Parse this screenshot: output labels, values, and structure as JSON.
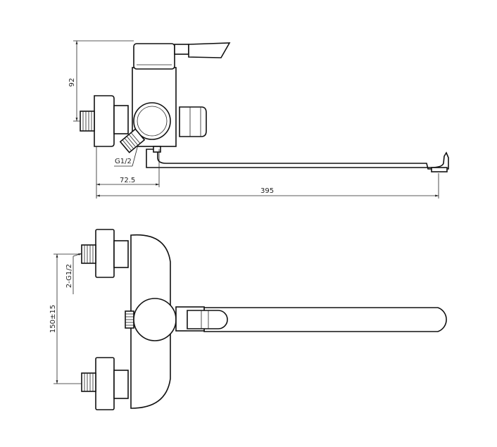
{
  "drawing": {
    "side_view": {
      "dim_height": "92",
      "dim_thread": "G1/2",
      "dim_offset": "72.5",
      "dim_length": "395"
    },
    "front_view": {
      "dim_inlets": "2-G1/2",
      "dim_spacing": "150±15"
    }
  }
}
